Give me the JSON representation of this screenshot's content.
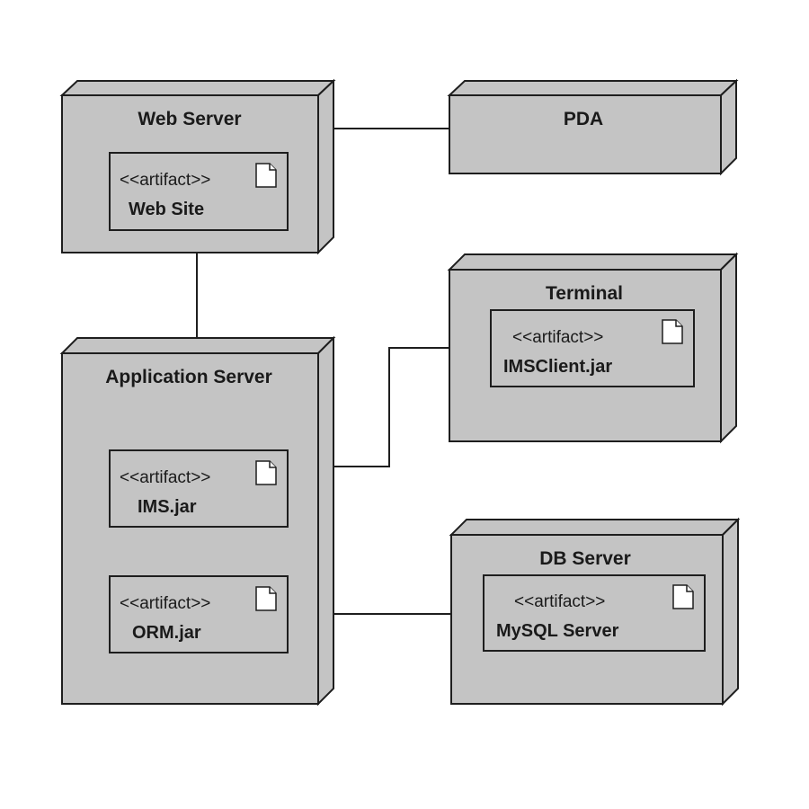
{
  "diagram": {
    "nodes": {
      "web_server": {
        "title": "Web Server",
        "artifacts": [
          {
            "stereotype": "<<artifact>>",
            "name": "Web Site",
            "icon": "document-icon"
          }
        ]
      },
      "pda": {
        "title": "PDA"
      },
      "application_server": {
        "title": "Application Server",
        "artifacts": [
          {
            "stereotype": "<<artifact>>",
            "name": "IMS.jar",
            "icon": "document-icon"
          },
          {
            "stereotype": "<<artifact>>",
            "name": "ORM.jar",
            "icon": "document-icon"
          }
        ]
      },
      "terminal": {
        "title": "Terminal",
        "artifacts": [
          {
            "stereotype": "<<artifact>>",
            "name": "IMSClient.jar",
            "icon": "document-icon"
          }
        ]
      },
      "db_server": {
        "title": "DB Server",
        "artifacts": [
          {
            "stereotype": "<<artifact>>",
            "name": "MySQL Server",
            "icon": "document-icon"
          }
        ]
      }
    },
    "connections": [
      {
        "from": "Web Server",
        "to": "PDA"
      },
      {
        "from": "Web Server",
        "to": "Application Server"
      },
      {
        "from": "Application Server",
        "to": "Terminal"
      },
      {
        "from": "Application Server",
        "to": "DB Server"
      }
    ],
    "colors": {
      "node_fill": "#c4c4c4",
      "stroke": "#1e1e1e",
      "icon_fill": "#ffffff"
    }
  }
}
